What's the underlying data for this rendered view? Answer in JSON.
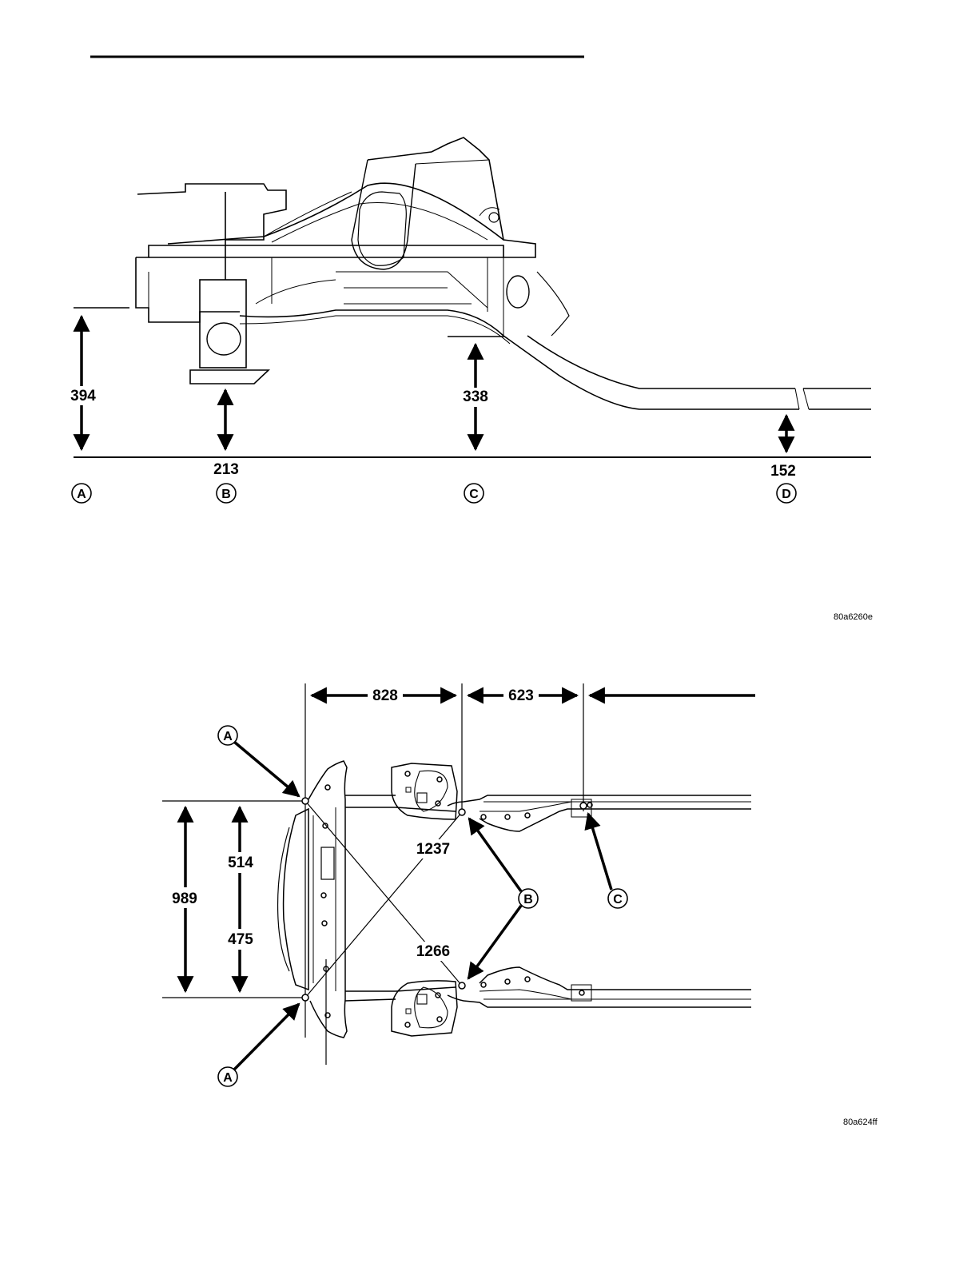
{
  "side_view": {
    "dimensions": {
      "a": "394",
      "b": "213",
      "c": "338",
      "d": "152"
    },
    "callouts": {
      "a": "A",
      "b": "B",
      "c": "C",
      "d": "D"
    },
    "figure_id": "80a6260e"
  },
  "top_view": {
    "dimensions": {
      "length_1": "828",
      "length_2": "623",
      "width_total": "989",
      "width_upper": "514",
      "width_lower": "475",
      "diagonal_1": "1237",
      "diagonal_2": "1266"
    },
    "callouts": {
      "a_top": "A",
      "a_bottom": "A",
      "b": "B",
      "c": "C"
    },
    "figure_id": "80a624ff"
  },
  "colors": {
    "ink": "#000000",
    "paper": "#ffffff",
    "fill": "#f2f2f2"
  }
}
